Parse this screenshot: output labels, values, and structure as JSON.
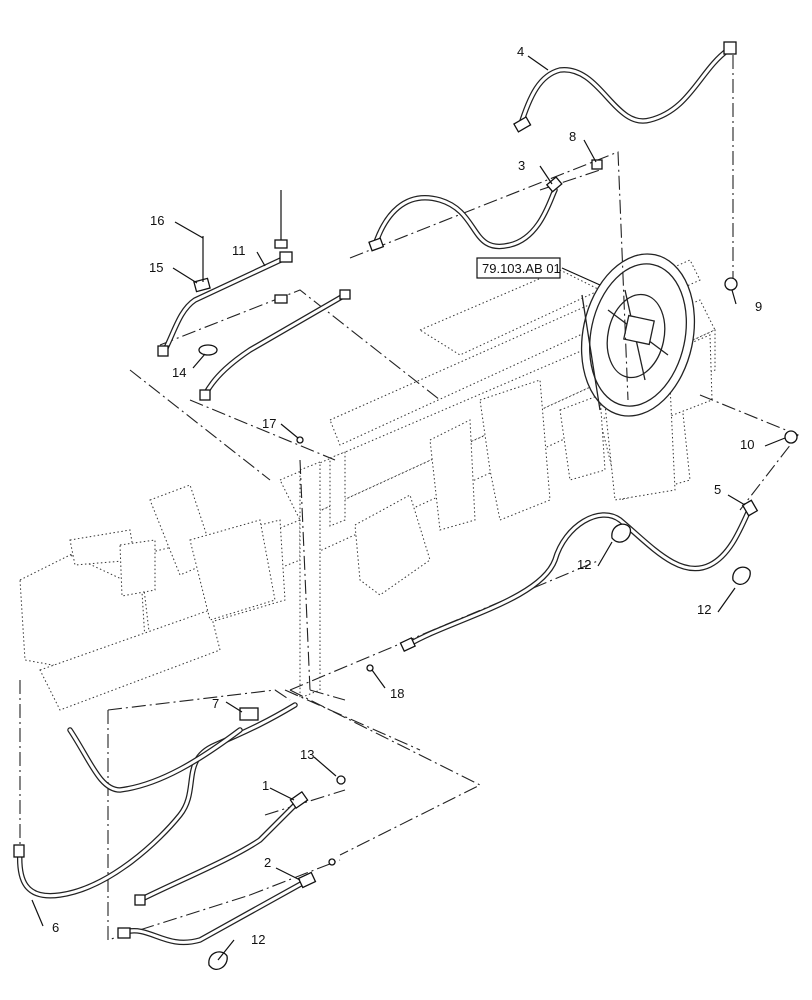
{
  "reference": "79.103.AB 01",
  "callouts": [
    "1",
    "2",
    "3",
    "4",
    "5",
    "6",
    "7",
    "8",
    "9",
    "10",
    "11",
    "12",
    "12",
    "12",
    "13",
    "14",
    "15",
    "16",
    "17",
    "18"
  ]
}
